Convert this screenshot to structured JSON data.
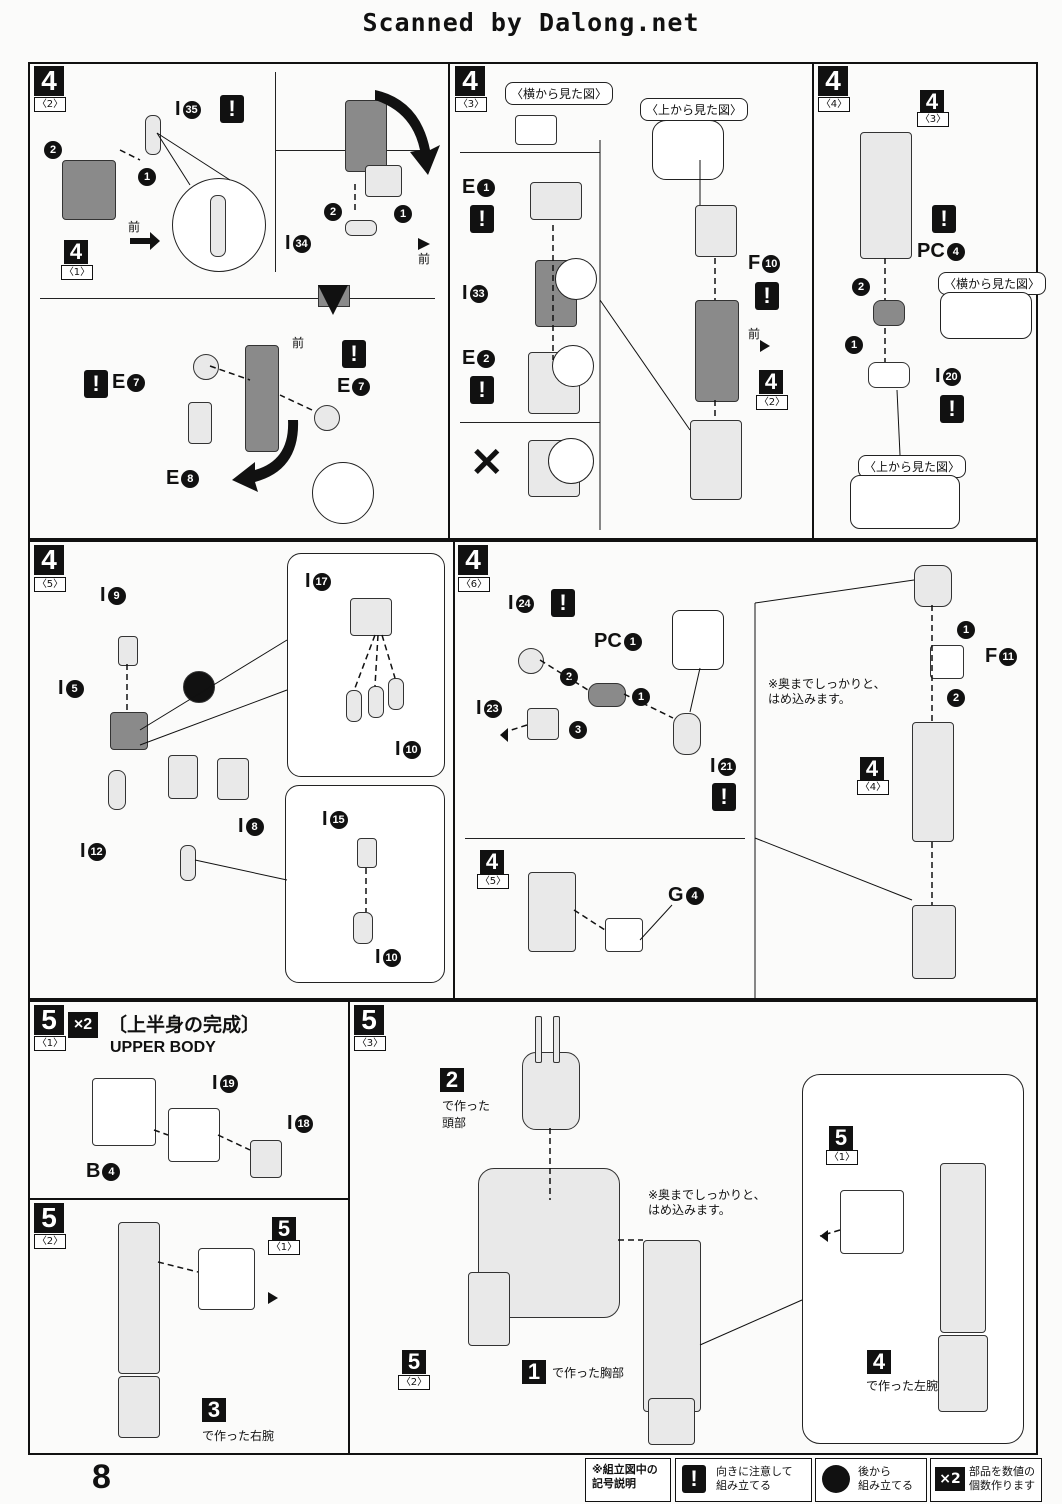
{
  "header": {
    "text": "Scanned by Dalong.net"
  },
  "page_number": "8",
  "panels": {
    "p4_2": {
      "step": "4",
      "sub": "〈2〉",
      "part_i35": "I",
      "num_i35": "35",
      "part_i34": "I",
      "num_i34": "34",
      "front1": "前",
      "front2": "前",
      "front3": "前",
      "ref_step": "4",
      "ref_sub": "〈1〉",
      "part_e7a": "E",
      "num_e7a": "7",
      "part_e7b": "E",
      "num_e7b": "7",
      "part_e8": "E",
      "num_e8": "8",
      "order1": "1",
      "order2": "2",
      "order3": "1",
      "order4": "2"
    },
    "p4_3": {
      "step": "4",
      "sub": "〈3〉",
      "side_view": "〈横から見た図〉",
      "top_view": "〈上から見た図〉",
      "part_e1": "E",
      "num_e1": "1",
      "part_i33": "I",
      "num_i33": "33",
      "part_e2": "E",
      "num_e2": "2",
      "part_f10": "F",
      "num_f10": "10",
      "front": "前",
      "ref_step": "4",
      "ref_sub": "〈2〉",
      "wrong": "✕"
    },
    "p4_4": {
      "step": "4",
      "sub": "〈4〉",
      "ref_step": "4",
      "ref_sub": "〈3〉",
      "part_pc4": "PC",
      "num_pc4": "4",
      "side_view": "〈横から見た図〉",
      "part_i20": "I",
      "num_i20": "20",
      "top_view": "〈上から見た図〉",
      "order1": "1",
      "order2": "2"
    },
    "p4_5": {
      "step": "4",
      "sub": "〈5〉",
      "part_i9": "I",
      "num_i9": "9",
      "part_i5": "I",
      "num_i5": "5",
      "part_i12": "I",
      "num_i12": "12",
      "part_i8": "I",
      "num_i8": "8",
      "part_i17": "I",
      "num_i17": "17",
      "part_i10a": "I",
      "num_i10a": "10",
      "part_i15": "I",
      "num_i15": "15",
      "part_i10b": "I",
      "num_i10b": "10"
    },
    "p4_6": {
      "step": "4",
      "sub": "〈6〉",
      "part_i24": "I",
      "num_i24": "24",
      "part_pc1": "PC",
      "num_pc1": "1",
      "part_i23": "I",
      "num_i23": "23",
      "part_i21": "I",
      "num_i21": "21",
      "part_f11": "F",
      "num_f11": "11",
      "note": "※奥までしっかりと、\nはめ込みます。",
      "ref_step_a": "4",
      "ref_sub_a": "〈4〉",
      "ref_step_b": "4",
      "ref_sub_b": "〈5〉",
      "part_g4": "G",
      "num_g4": "4",
      "order1": "1",
      "order2": "2",
      "order3": "3",
      "order4": "1",
      "order5": "2"
    },
    "p5_1": {
      "step": "5",
      "sub": "〈1〉",
      "times": "×2",
      "title_jp": "〔上半身の完成〕",
      "title_en": "UPPER BODY",
      "part_i19": "I",
      "num_i19": "19",
      "part_i18": "I",
      "num_i18": "18",
      "part_b4": "B",
      "num_b4": "4"
    },
    "p5_2": {
      "step": "5",
      "sub": "〈2〉",
      "ref_step": "5",
      "ref_sub": "〈1〉",
      "made_step": "3",
      "made_label": "で作った右腕"
    },
    "p5_3": {
      "step": "5",
      "sub": "〈3〉",
      "head_step": "2",
      "head_label": "で作った\n頭部",
      "note": "※奥までしっかりと、\nはめ込みます。",
      "ref_step": "5",
      "ref_sub": "〈2〉",
      "chest_step": "1",
      "chest_label": "で作った胸部",
      "inset_step": "5",
      "inset_sub": "〈1〉",
      "left_arm_step": "4",
      "left_arm_label": "で作った左腕"
    }
  },
  "legend": {
    "title": "※組立図中の\n記号説明",
    "warn_icon": "!",
    "warn_text": "向きに注意して\n組み立てる",
    "later_text": "後から\n組み立てる",
    "times_icon": "×2",
    "times_text": "部品を数値の\n個数作ります"
  }
}
